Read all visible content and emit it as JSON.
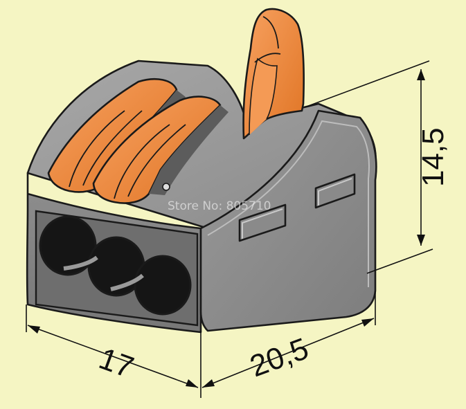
{
  "dimensions": {
    "width_label": "17",
    "depth_label": "20,5",
    "height_label": "14,5"
  },
  "watermark": {
    "text": "Store No: 805710"
  },
  "colors": {
    "background": "#f5f5c3",
    "housing_gray": "#8c8c8c",
    "lever_orange": "#f08a3c",
    "outline": "#1a1a1a"
  }
}
